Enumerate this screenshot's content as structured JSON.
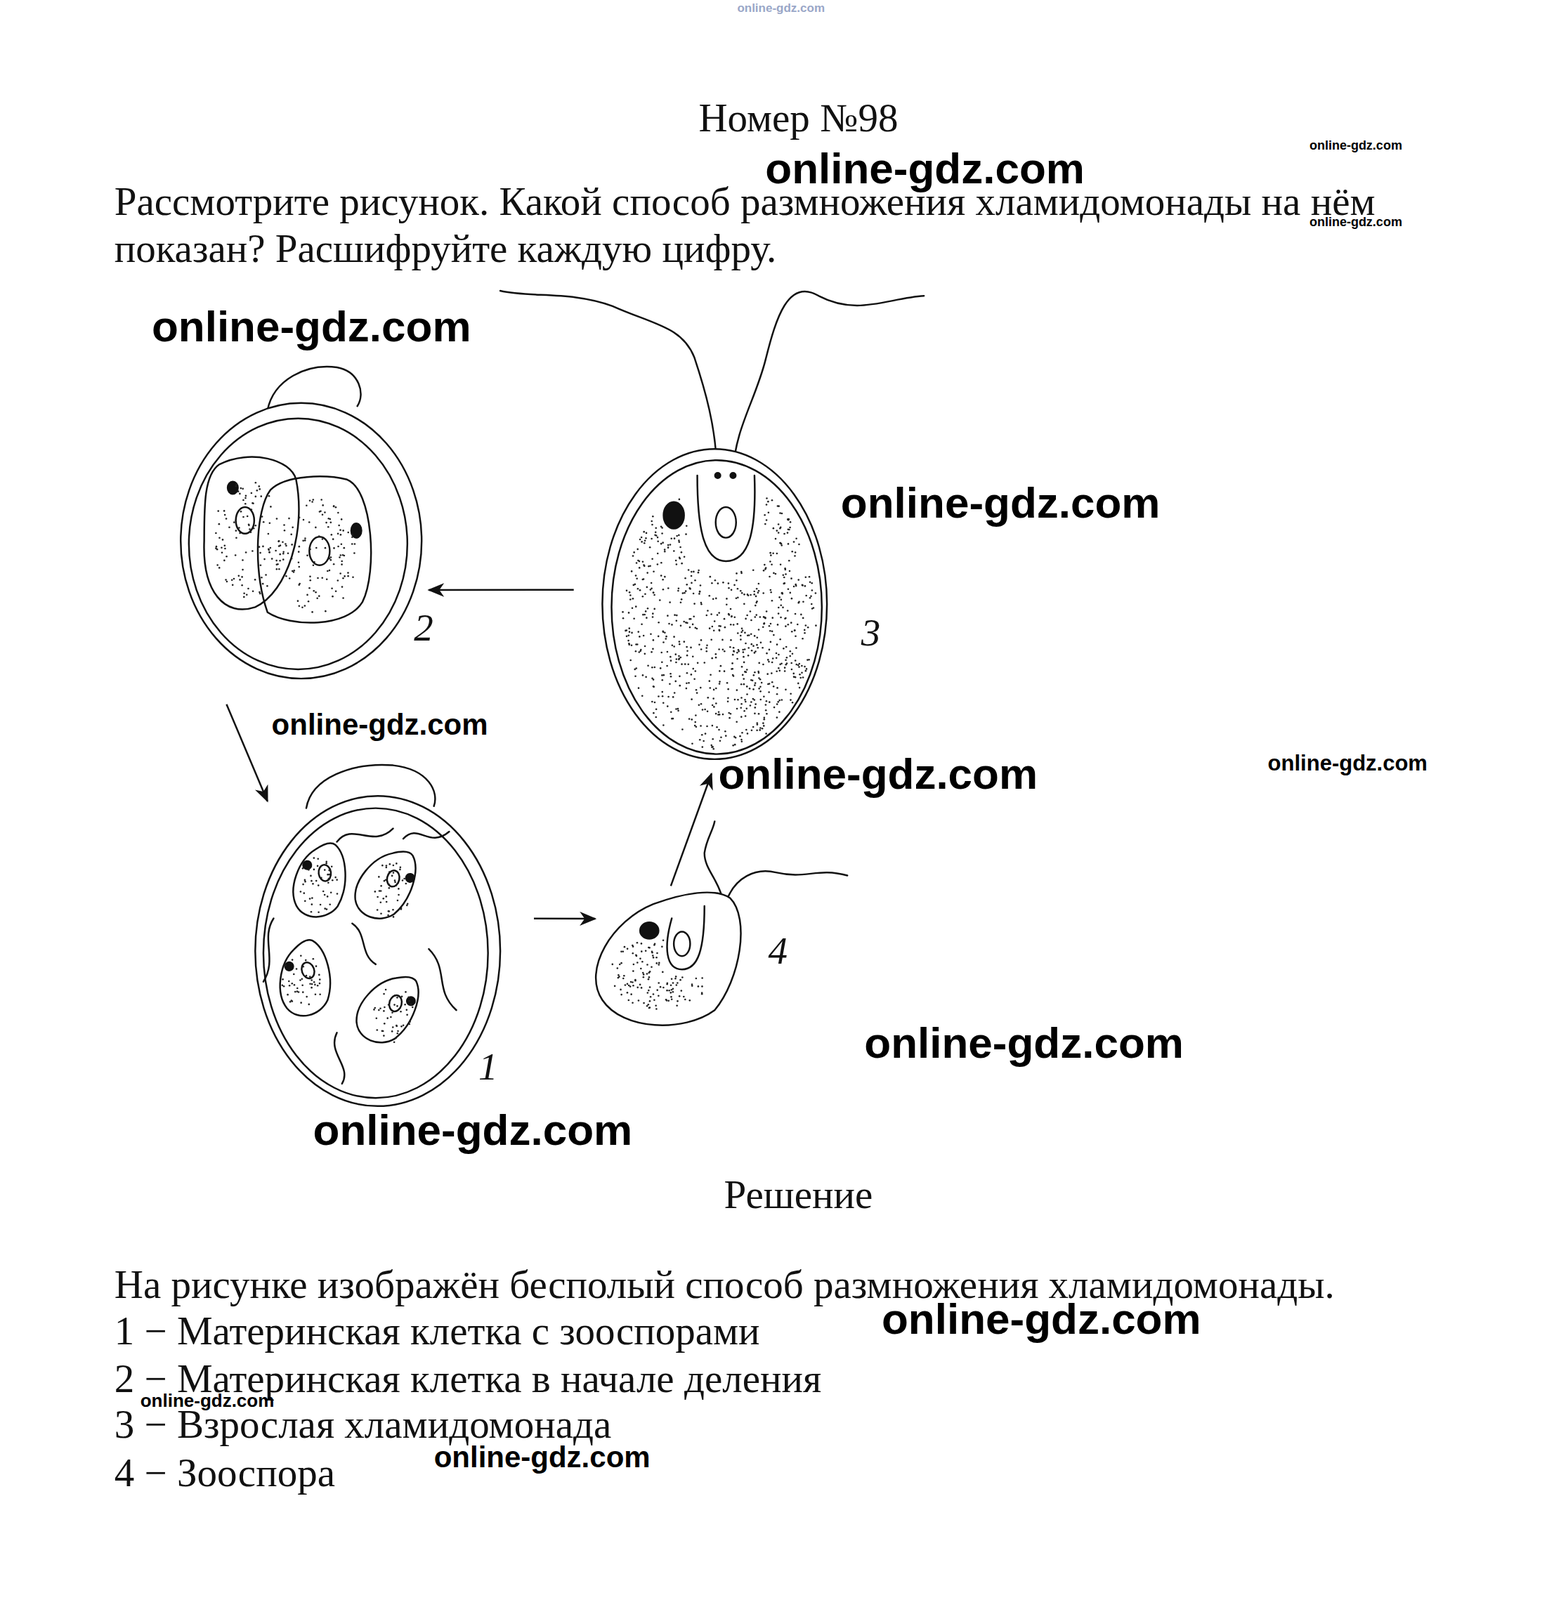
{
  "diagram": {
    "title": "Номер №98",
    "nodes": [
      {
        "text": [
          "2"
        ]
      },
      {
        "text": [
          "3"
        ]
      },
      {
        "text": [
          "1"
        ]
      },
      {
        "text": [
          "4"
        ]
      }
    ],
    "edges": [
      {
        "from": 1,
        "to": 0,
        "arrow": "to"
      },
      {
        "from": 0,
        "to": 2,
        "arrow": "to"
      },
      {
        "from": 2,
        "to": 3,
        "arrow": "to"
      },
      {
        "from": 3,
        "to": 1,
        "arrow": "to"
      }
    ],
    "labels": [
      "online-gdz.com",
      "online-gdz.com",
      "online-gdz.com",
      "Рассмотрите рисунок. Какой способ размножения хламидомонады на нём показан? Расшифруйте каждую цифру.",
      "online-gdz.com",
      "online-gdz.com",
      "online-gdz.com",
      "online-gdz.com",
      "online-gdz.com",
      "online-gdz.com",
      "online-gdz.com",
      "online-gdz.com",
      "Решение",
      "На рисунке изображён бесполый способ размножения хламидомонады.",
      "1 − Материнская клетка с зооспорами",
      "online-gdz.com",
      "2 − Материнская клетка в начале деления",
      "online-gdz.com",
      "3 − Взрослая хламидомонада",
      "online-gdz.com",
      "4 − Зооспора"
    ]
  }
}
